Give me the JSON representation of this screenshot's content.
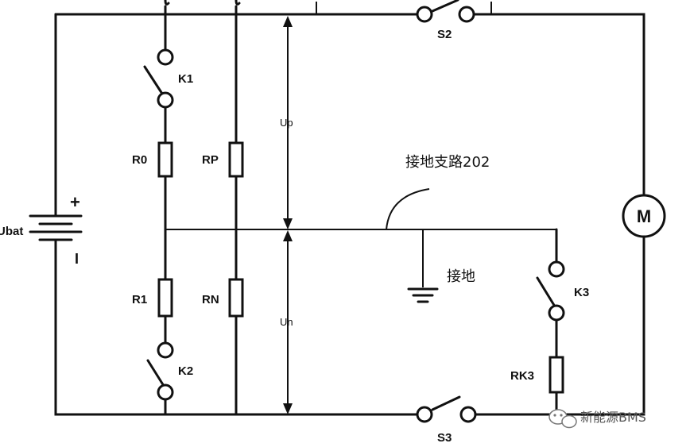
{
  "labels": {
    "ubat": "Ubat",
    "plus": "+",
    "minus": "I",
    "k1": "K1",
    "k2": "K2",
    "k3": "K3",
    "r0": "R0",
    "r1": "R1",
    "rp": "RP",
    "rn": "RN",
    "rk3": "RK3",
    "up": "Up",
    "un": "Un",
    "s2": "S2",
    "s3": "S3",
    "motor": "M",
    "ground_branch": "接地支路202",
    "ground": "接地"
  },
  "watermark": {
    "text": "新能源BMS",
    "icon": "wechat-icon"
  }
}
